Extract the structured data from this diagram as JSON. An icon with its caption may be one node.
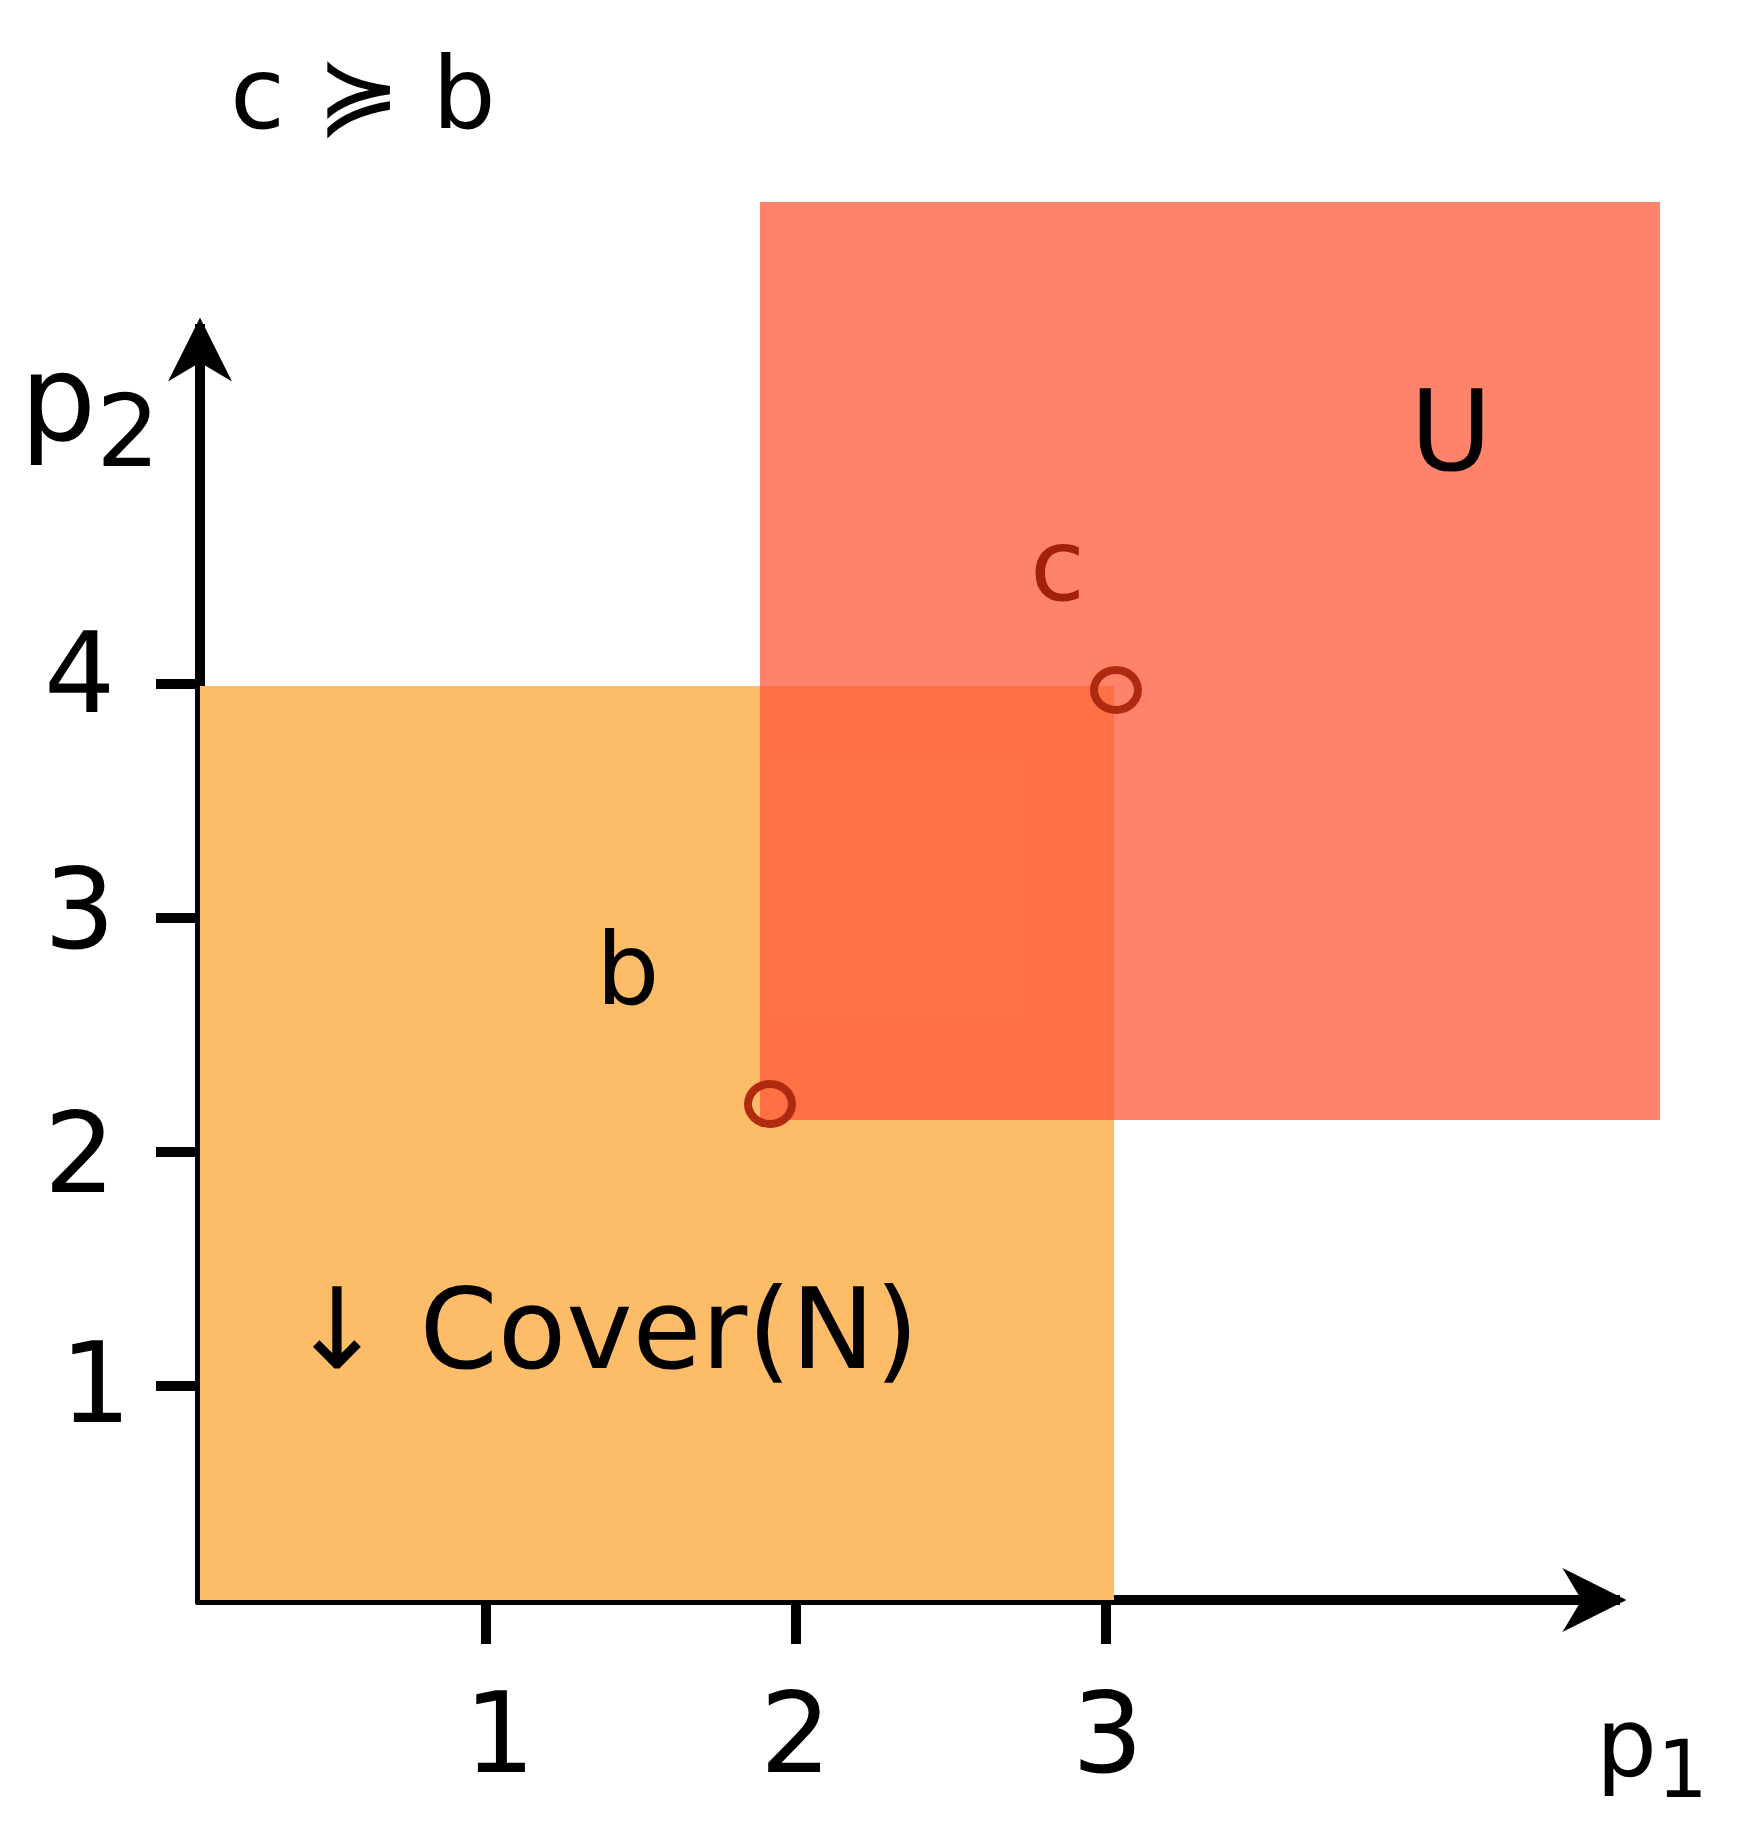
{
  "diagram": {
    "title": "c ≽ b",
    "nodes": [
      {
        "text": [
          "↓ Cover(N)"
        ]
      },
      {
        "text": [
          "U"
        ]
      },
      {
        "text": [],
        "shape": "circle",
        "in": 1
      },
      {
        "text": [],
        "shape": "circle",
        "in": 0
      }
    ],
    "edges": [],
    "labels": [
      "p$_{2}$",
      "c",
      "4",
      "3",
      "b",
      "2",
      "1",
      "1",
      "2",
      "3",
      "p$_{1}$"
    ]
  }
}
